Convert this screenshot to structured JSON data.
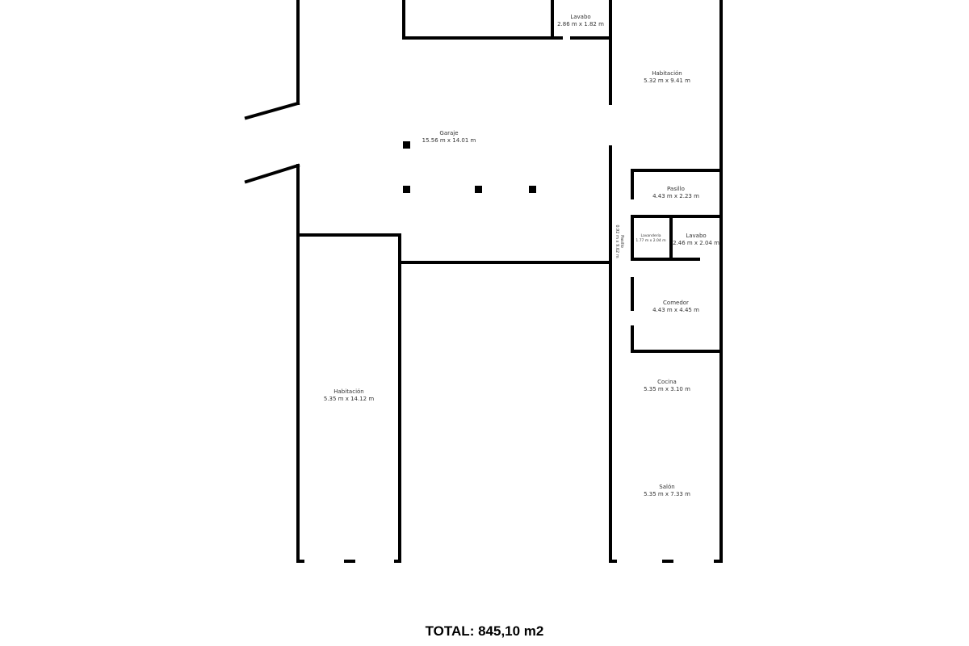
{
  "rooms": [
    {
      "name": "Lavabo",
      "size": "2.86 m x 1.82 m"
    },
    {
      "name": "Habitación",
      "size": "5.32 m x 9.41 m"
    },
    {
      "name": "Garaje",
      "size": "15.56 m x 14.01 m"
    },
    {
      "name": "Pasillo",
      "size": "4.43 m x 2.23 m"
    },
    {
      "name": "Lavandería",
      "size": "1.77 m x 2.04 m"
    },
    {
      "name": "Lavabo",
      "size": "2.46 m x 2.04 m"
    },
    {
      "name": "Pasillo",
      "size": "0.92 m x 9.62 m"
    },
    {
      "name": "Comedor",
      "size": "4.43 m x 4.45 m"
    },
    {
      "name": "Habitación",
      "size": "5.35 m x 14.12 m"
    },
    {
      "name": "Cocina",
      "size": "5.35 m x 3.10 m"
    },
    {
      "name": "Salón",
      "size": "5.35 m x 7.33 m"
    }
  ],
  "total": "TOTAL: 845,10 m2"
}
